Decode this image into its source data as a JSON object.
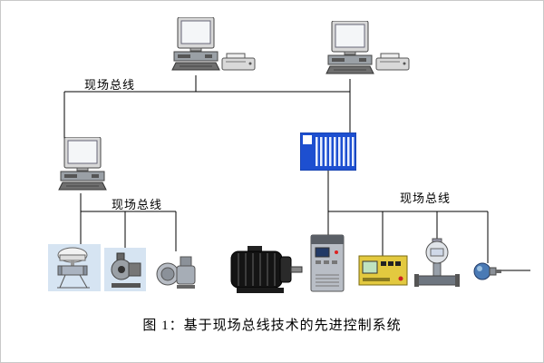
{
  "diagram": {
    "bus_labels": {
      "top": "现场总线",
      "lower_left": "现场总线",
      "lower_right": "现场总线"
    },
    "caption": "图 1：基于现场总线技术的先进控制系统",
    "icons": {
      "workstation": "computer-workstation",
      "printer": "printer",
      "plc": "plc-controller",
      "control_valve": "control-valve",
      "pump": "pump",
      "valve_actuator": "valve-actuator",
      "motor": "electric-motor",
      "vfd": "vfd-drive",
      "io_module": "io-module",
      "transmitter": "flow-transmitter",
      "sensor": "sensor"
    },
    "colors": {
      "plc_blue": "#1d4fd0",
      "clipart_bg": "#d6e4f2",
      "module_yellow": "#e3c93f",
      "line": "#000000"
    }
  }
}
